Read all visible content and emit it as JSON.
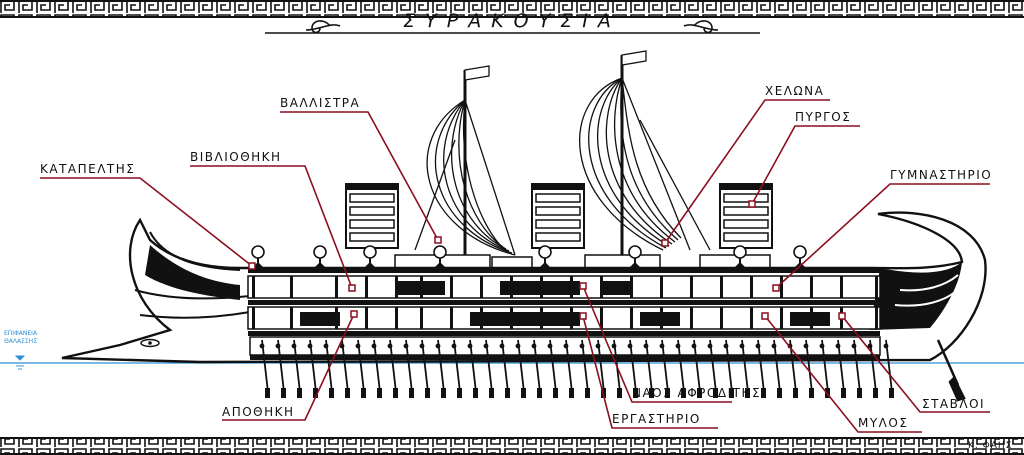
{
  "title": "ΣΥΡΑΚΟΥΣΙΑ",
  "labels": {
    "katapeltis": "ΚΑΤΑΠΕΛΤΗΣ",
    "vivliothiki": "ΒΙΒΛΙΟΘΗΚΗ",
    "ballistra": "ΒΑΛΛΙΣΤΡΑ",
    "chelona": "ΧΕΛΩΝΑ",
    "pyrgos": "ΠΥΡΓΟΣ",
    "gymnastirio": "ΓΥΜΝΑΣΤΗΡΙΟ",
    "apothiki": "ΑΠΟΘΗΚΗ",
    "naos": "ΝΑΟΣ ΑΦΡΟΔΙΤΗΣ",
    "ergastirio": "ΕΡΓΑΣΤΗΡΙΟ",
    "mylos": "ΜΥΛΟΣ",
    "stavloi": "ΣΤΑΒΛΟΙ"
  },
  "sea_surface": [
    "ΕΠΙΦΑΝΕΙΑ",
    "ΘΑΛΑΣΣΗΣ"
  ],
  "credit": "Κ. ΦΑΗΣ",
  "colors": {
    "ink": "#111111",
    "leader": "#8b0f1f",
    "sea": "#2c8fd6"
  }
}
